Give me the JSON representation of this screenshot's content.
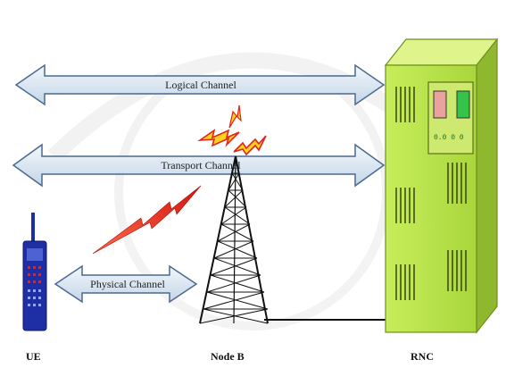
{
  "channels": {
    "logical": "Logical Channel",
    "transport": "Transport Channel",
    "physical": "Physical Channel"
  },
  "nodes": {
    "ue": "UE",
    "node_b": "Node B",
    "rnc": "RNC"
  },
  "rnc_panel_text": "0.0 0  0",
  "colors": {
    "arrow_fill": "#dbe6f2",
    "arrow_stroke": "#4a6990",
    "rnc_green": "#b9e34b",
    "rnc_dark": "#7ea82a",
    "phone_blue": "#1e2fa6",
    "lightning_red": "#e1251b",
    "lightning_yellow": "#ffd21e"
  }
}
